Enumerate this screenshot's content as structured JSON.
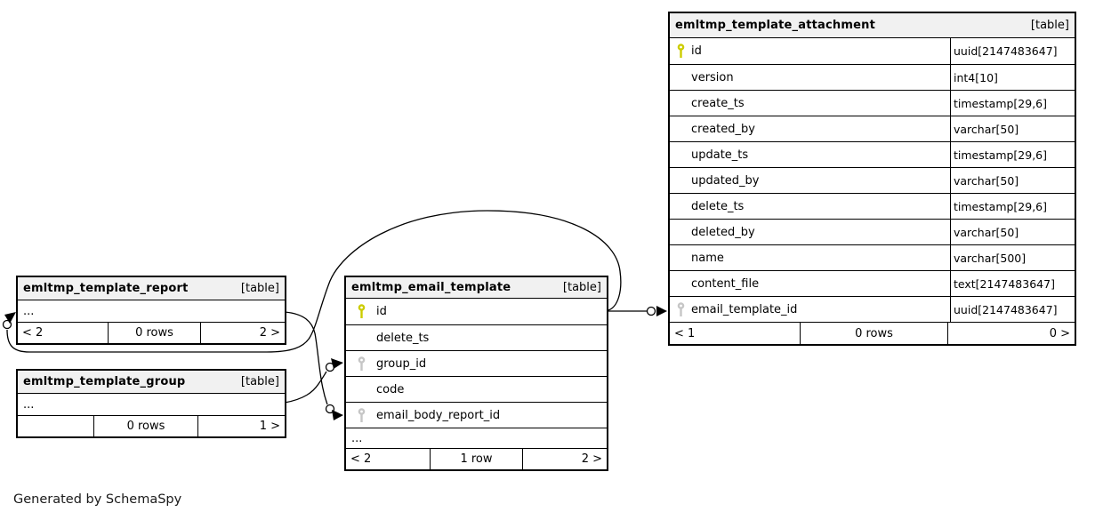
{
  "diagram": {
    "generated_by": "Generated by SchemaSpy"
  },
  "colors": {
    "pk_key": "#cccc00",
    "fk_key": "#c6c6c6",
    "header_bg": "#f1f1f1",
    "border": "#000000"
  },
  "tables": {
    "attachment": {
      "title": "emltmp_template_attachment",
      "tag": "[table]",
      "columns": [
        {
          "name": "id",
          "type": "uuid[2147483647]",
          "key": "pk"
        },
        {
          "name": "version",
          "type": "int4[10]",
          "key": ""
        },
        {
          "name": "create_ts",
          "type": "timestamp[29,6]",
          "key": ""
        },
        {
          "name": "created_by",
          "type": "varchar[50]",
          "key": ""
        },
        {
          "name": "update_ts",
          "type": "timestamp[29,6]",
          "key": ""
        },
        {
          "name": "updated_by",
          "type": "varchar[50]",
          "key": ""
        },
        {
          "name": "delete_ts",
          "type": "timestamp[29,6]",
          "key": ""
        },
        {
          "name": "deleted_by",
          "type": "varchar[50]",
          "key": ""
        },
        {
          "name": "name",
          "type": "varchar[500]",
          "key": ""
        },
        {
          "name": "content_file",
          "type": "text[2147483647]",
          "key": ""
        },
        {
          "name": "email_template_id",
          "type": "uuid[2147483647]",
          "key": "fk"
        }
      ],
      "footer": {
        "left": "< 1",
        "center": "0 rows",
        "right": "0 >"
      }
    },
    "email_template": {
      "title": "emltmp_email_template",
      "tag": "[table]",
      "columns": [
        {
          "name": "id",
          "key": "pk"
        },
        {
          "name": "delete_ts",
          "key": ""
        },
        {
          "name": "group_id",
          "key": "fk"
        },
        {
          "name": "code",
          "key": ""
        },
        {
          "name": "email_body_report_id",
          "key": "fk"
        }
      ],
      "more": "...",
      "footer": {
        "left": "< 2",
        "center": "1 row",
        "right": "2 >"
      }
    },
    "report": {
      "title": "emltmp_template_report",
      "tag": "[table]",
      "more": "...",
      "footer": {
        "left": "< 2",
        "center": "0 rows",
        "right": "2 >"
      }
    },
    "group": {
      "title": "emltmp_template_group",
      "tag": "[table]",
      "more": "...",
      "footer": {
        "left": "",
        "center": "0 rows",
        "right": "1 >"
      }
    }
  },
  "relationships": [
    {
      "from": "emltmp_email_template.id",
      "to": "emltmp_template_attachment.email_template_id"
    },
    {
      "from": "emltmp_email_template.id",
      "to": "emltmp_template_report (hidden column)"
    },
    {
      "from": "emltmp_template_group",
      "to": "emltmp_email_template.group_id"
    },
    {
      "from": "emltmp_template_report",
      "to": "emltmp_email_template.email_body_report_id"
    }
  ]
}
